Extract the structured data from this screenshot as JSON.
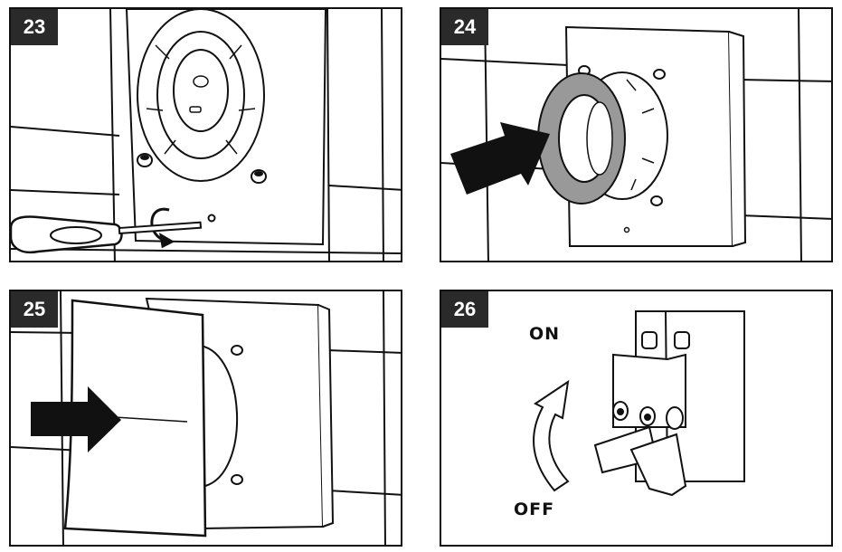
{
  "steps": [
    {
      "number": "23"
    },
    {
      "number": "24"
    },
    {
      "number": "25"
    },
    {
      "number": "26",
      "on_label": "ON",
      "off_label": "OFF"
    }
  ],
  "colors": {
    "ink": "#111111",
    "badge": "#2a2a2a",
    "gasket": "#999999"
  },
  "icons": {
    "p23": [
      "fan-housing-icon",
      "screwdriver-icon",
      "rotate-arrow-icon",
      "screw-icon"
    ],
    "p24": [
      "fan-housing-icon",
      "foam-gasket-icon",
      "arrow-right-icon"
    ],
    "p25": [
      "front-cover-icon",
      "fan-housing-icon",
      "arrow-right-icon"
    ],
    "p26": [
      "circuit-breaker-icon",
      "curved-arrow-up-icon"
    ]
  }
}
